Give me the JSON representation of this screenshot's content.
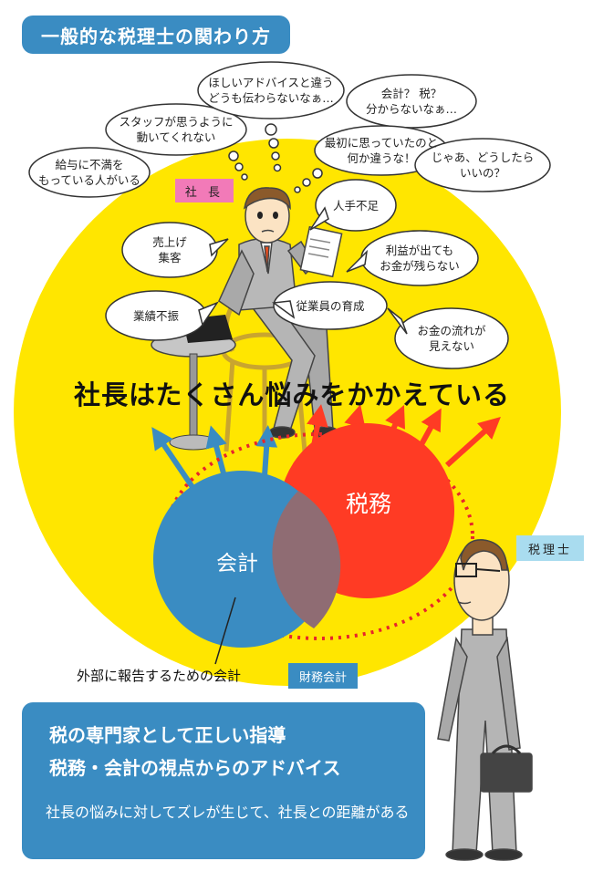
{
  "title": "一般的な税理士の関わり方",
  "tags": {
    "ceo": "社 長",
    "tax_accountant": "税理士",
    "financial_accounting": "財務会計"
  },
  "thought_bubbles": [
    "給与に不満を\nもっている人がいる",
    "スタッフが思うように\n動いてくれない",
    "ほしいアドバイスと違う\nどうも伝わらないなぁ…",
    "会計？ 税？\n分からないなぁ…",
    "最初に思っていたのと\n何か違うな！",
    "じゃあ、どうしたら\nいいの？"
  ],
  "worry_bubbles": [
    "売上げ\n集客",
    "業績不振",
    "人手不足",
    "利益が出ても\nお金が残らない",
    "従業員の育成",
    "お金の流れが\n見えない"
  ],
  "headline": "社長はたくさん悩みをかかえている",
  "circles": {
    "tax": "税務",
    "accounting": "会計"
  },
  "accounting_note": "外部に報告するための会計",
  "panel": {
    "line1": "税の専門家として正しい指導",
    "line2": "税務・会計の視点からのアドバイス",
    "sub": "社長の悩みに対してズレが生じて、社長との距離がある"
  },
  "colors": {
    "yellow": "#ffe600",
    "blue": "#3a8cc2",
    "red": "#ff3b24",
    "pink": "#f27ab8",
    "light_blue": "#a9dcef"
  }
}
